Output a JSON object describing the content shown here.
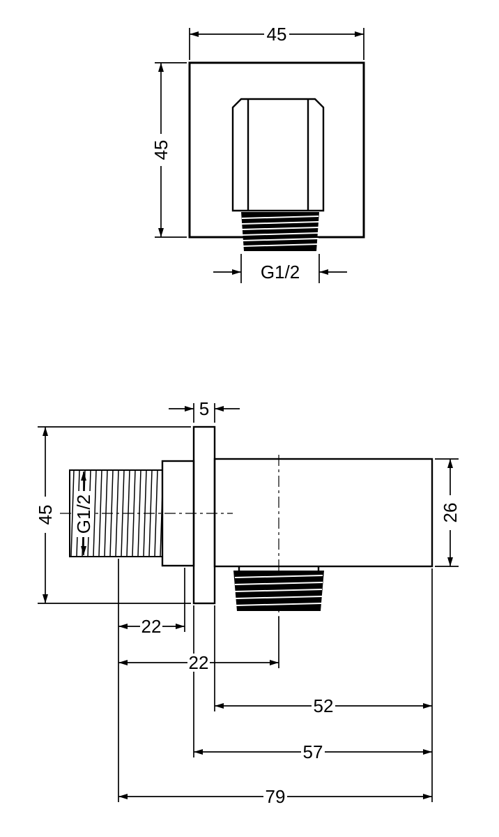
{
  "front_view": {
    "width": "45",
    "height": "45",
    "outlet_thread": "G1/2"
  },
  "side_view": {
    "plate_thickness": "5",
    "plate_height": "45",
    "body_height": "26",
    "inlet_thread": "G1/2",
    "thread_length": "22",
    "outlet_offset": "22",
    "body_length": "52",
    "depth": "57",
    "total_depth": "79"
  },
  "colors": {
    "line": "#000000",
    "background": "#ffffff",
    "thread_fill": "#000000"
  }
}
